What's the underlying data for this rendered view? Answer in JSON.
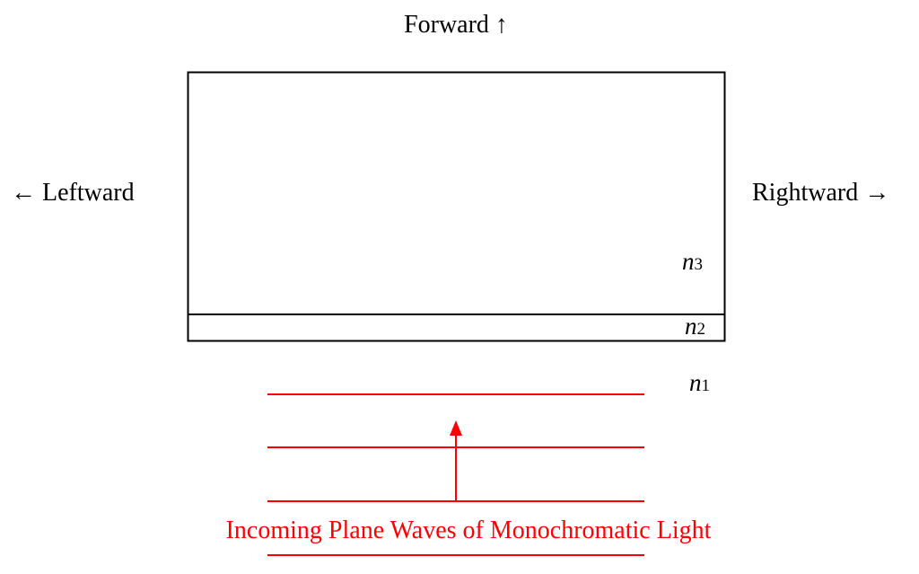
{
  "directions": {
    "forward": "Forward ↑",
    "leftward": "← Leftward",
    "rightward": "Rightward →"
  },
  "media": [
    {
      "symbol": "n",
      "subscript": "3"
    },
    {
      "symbol": "n",
      "subscript": "2"
    },
    {
      "symbol": "n",
      "subscript": "1"
    }
  ],
  "caption": "Incoming Plane Waves of Monochromatic Light",
  "colors": {
    "wave": "#ff0000",
    "outline": "#000000"
  }
}
